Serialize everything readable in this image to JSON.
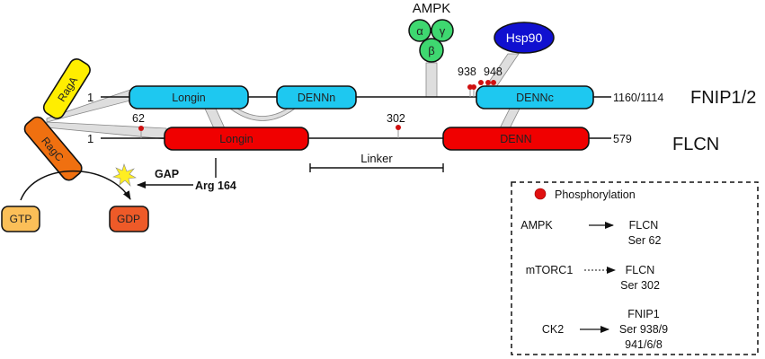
{
  "proteins": {
    "fnip": {
      "name": "FNIP1/2",
      "start_label": "1",
      "end_label": "1160/1114",
      "domains": [
        "Longin",
        "DENNn",
        "DENNc"
      ],
      "color": "#1ec8f0"
    },
    "flcn": {
      "name": "FLCN",
      "start_label": "1",
      "end_label": "579",
      "domains": [
        "Longin",
        "DENN"
      ],
      "color": "#f00000"
    }
  },
  "sites": {
    "s62": "62",
    "s302": "302",
    "s938": "938",
    "s948": "948"
  },
  "linker_label": "Linker",
  "rags": {
    "raga": "RagA",
    "ragc": "RagC",
    "raga_color": "#ffee00",
    "ragc_color": "#f07010"
  },
  "ampk": {
    "title": "AMPK",
    "alpha": "α",
    "beta": "β",
    "gamma": "γ",
    "color": "#3ed870"
  },
  "hsp90": {
    "label": "Hsp90",
    "color": "#1010d0"
  },
  "gtpase": {
    "gtp": "GTP",
    "gdp": "GDP",
    "gap": "GAP",
    "arg": "Arg 164",
    "gtp_color": "#fbbf58",
    "gdp_color": "#ee5a28"
  },
  "legend": {
    "title": "Phosphorylation",
    "rows": [
      {
        "kinase": "AMPK",
        "target": "FLCN",
        "site": "Ser 62",
        "arrow": "solid"
      },
      {
        "kinase": "mTORC1",
        "target": "FLCN",
        "site": "Ser 302",
        "arrow": "dotted"
      },
      {
        "kinase": "CK2",
        "target": "FNIP1",
        "site": "Ser 938/9",
        "site2": "941/6/8",
        "arrow": "solid"
      }
    ]
  }
}
